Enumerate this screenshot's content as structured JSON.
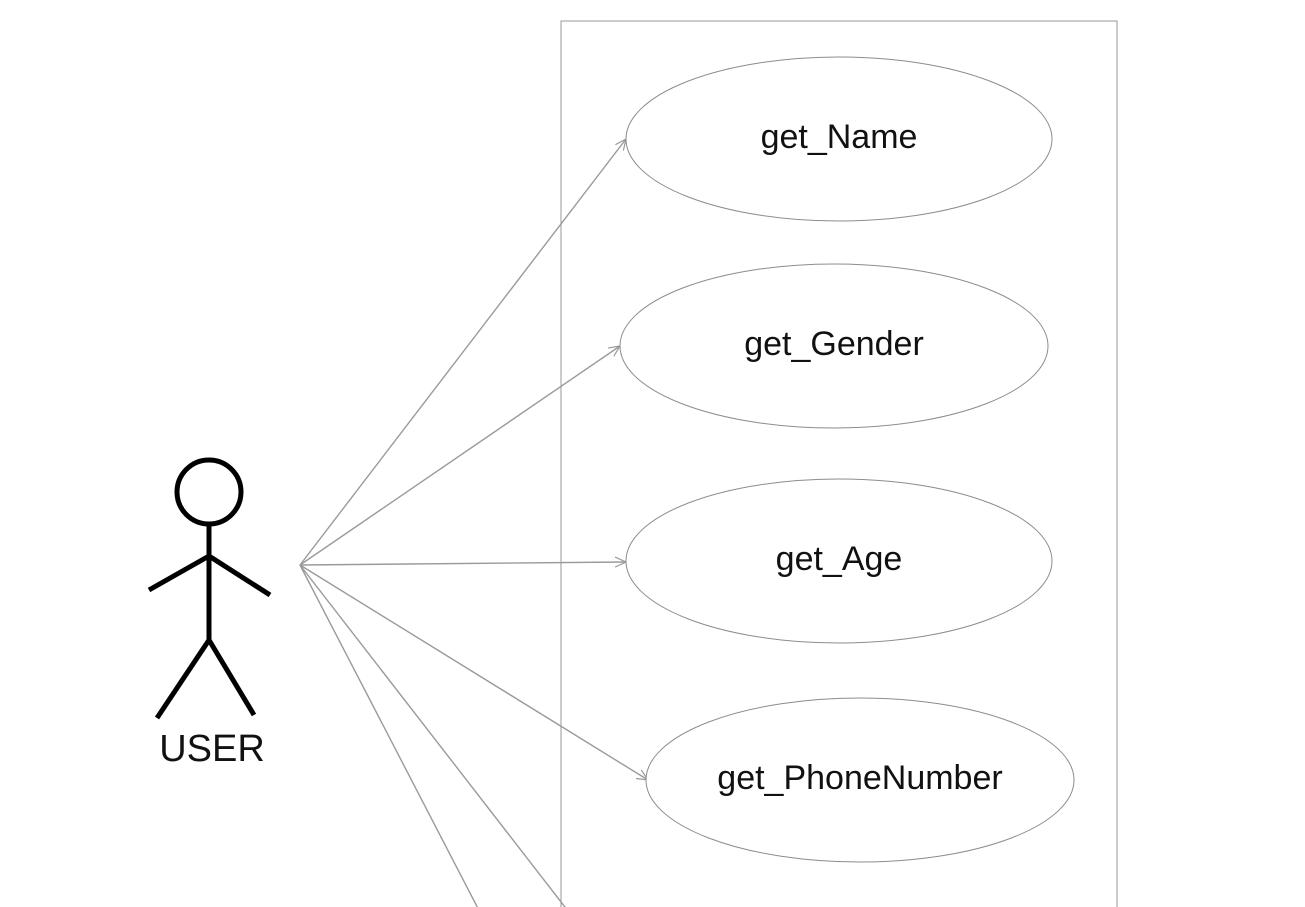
{
  "actor": {
    "label": "USER"
  },
  "use_cases": [
    {
      "label": "get_Name"
    },
    {
      "label": "get_Gender"
    },
    {
      "label": "get_Age"
    },
    {
      "label": "get_PhoneNumber"
    }
  ],
  "colors": {
    "line": "#9a9a9a",
    "ellipse_stroke": "#8c8c8c",
    "system_boundary": "#999999",
    "actor": "#000000",
    "text": "#111111"
  }
}
